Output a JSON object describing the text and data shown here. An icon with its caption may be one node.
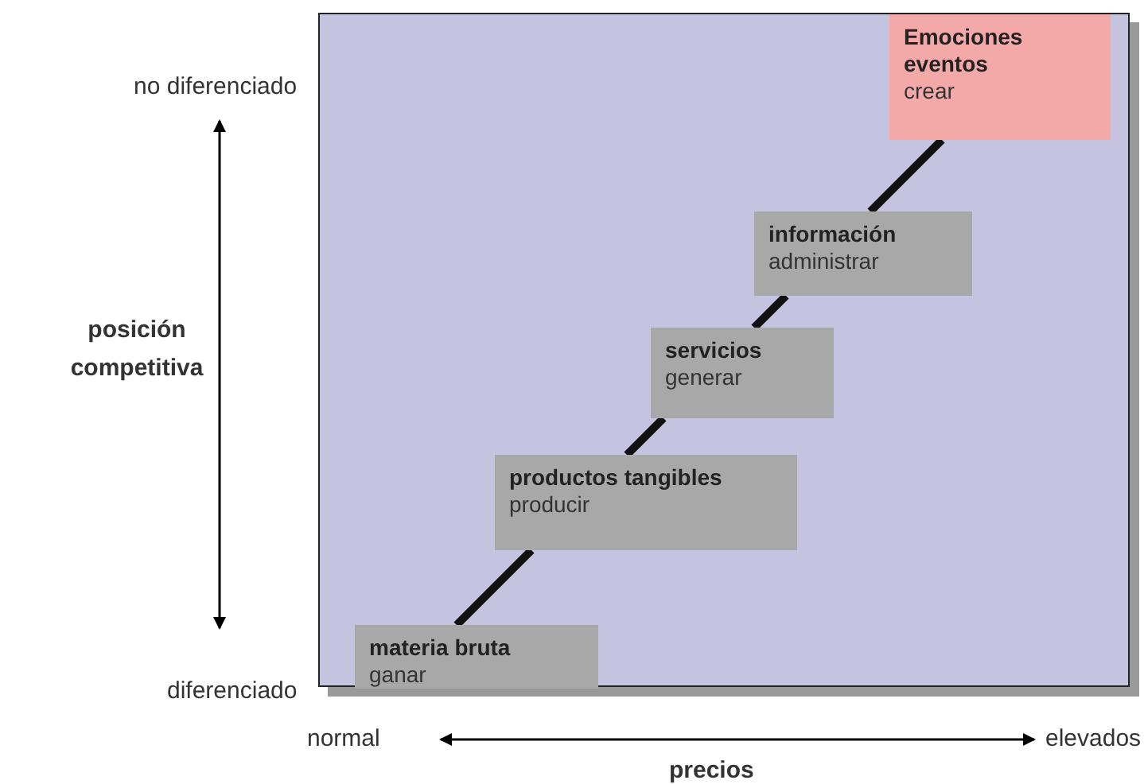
{
  "diagram": {
    "nodes": [
      {
        "text": [],
        "shape": "box"
      },
      {
        "text": [
          "materia bruta",
          "ganar"
        ],
        "in": 0
      },
      {
        "text": [
          "productos tangibles",
          "producir"
        ],
        "in": 0
      },
      {
        "text": [
          "servicios",
          "generar"
        ],
        "in": 0
      },
      {
        "text": [
          "información",
          "administrar"
        ],
        "in": 0
      },
      {
        "text": [
          "Emociones eventos",
          "crear"
        ],
        "in": 0
      }
    ],
    "edges": [
      {
        "from": 1,
        "to": 2,
        "arrow": "none"
      },
      {
        "from": 2,
        "to": 3,
        "arrow": "none"
      },
      {
        "from": 3,
        "to": 4,
        "arrow": "none"
      },
      {
        "from": 4,
        "to": 5,
        "arrow": "none"
      }
    ],
    "labels": [
      "no diferenciado",
      "posición competitiva",
      "diferenciado",
      "normal",
      "elevados",
      "precios"
    ]
  }
}
